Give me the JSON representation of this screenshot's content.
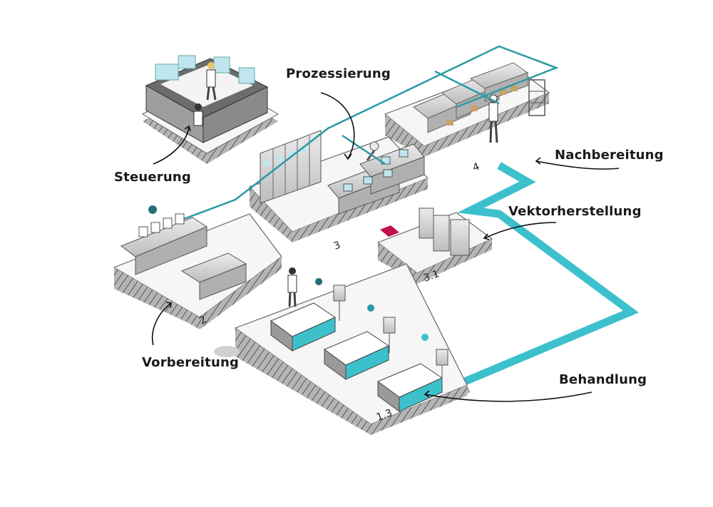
{
  "diagram": {
    "title": "",
    "colors": {
      "path": "#3cc1cc",
      "path_dark": "#2a9aa3",
      "highlight": "#c0104f",
      "platform_top": "#f4f4f4",
      "platform_side": "#9a9a9a",
      "equipment": "#d8d8d8",
      "screen": "#bfe6ee"
    },
    "stations": [
      {
        "id": "steuerung",
        "label": "Steuerung",
        "number": ""
      },
      {
        "id": "prozessierung",
        "label": "Prozessierung",
        "number": "3"
      },
      {
        "id": "nachbereitung",
        "label": "Nachbereitung",
        "number": "4"
      },
      {
        "id": "vektorherstellung",
        "label": "Vektorherstellung",
        "number": "3.1"
      },
      {
        "id": "vorbereitung",
        "label": "Vorbereitung",
        "number": "2"
      },
      {
        "id": "behandlung",
        "label": "Behandlung",
        "number": "1.3"
      }
    ]
  }
}
